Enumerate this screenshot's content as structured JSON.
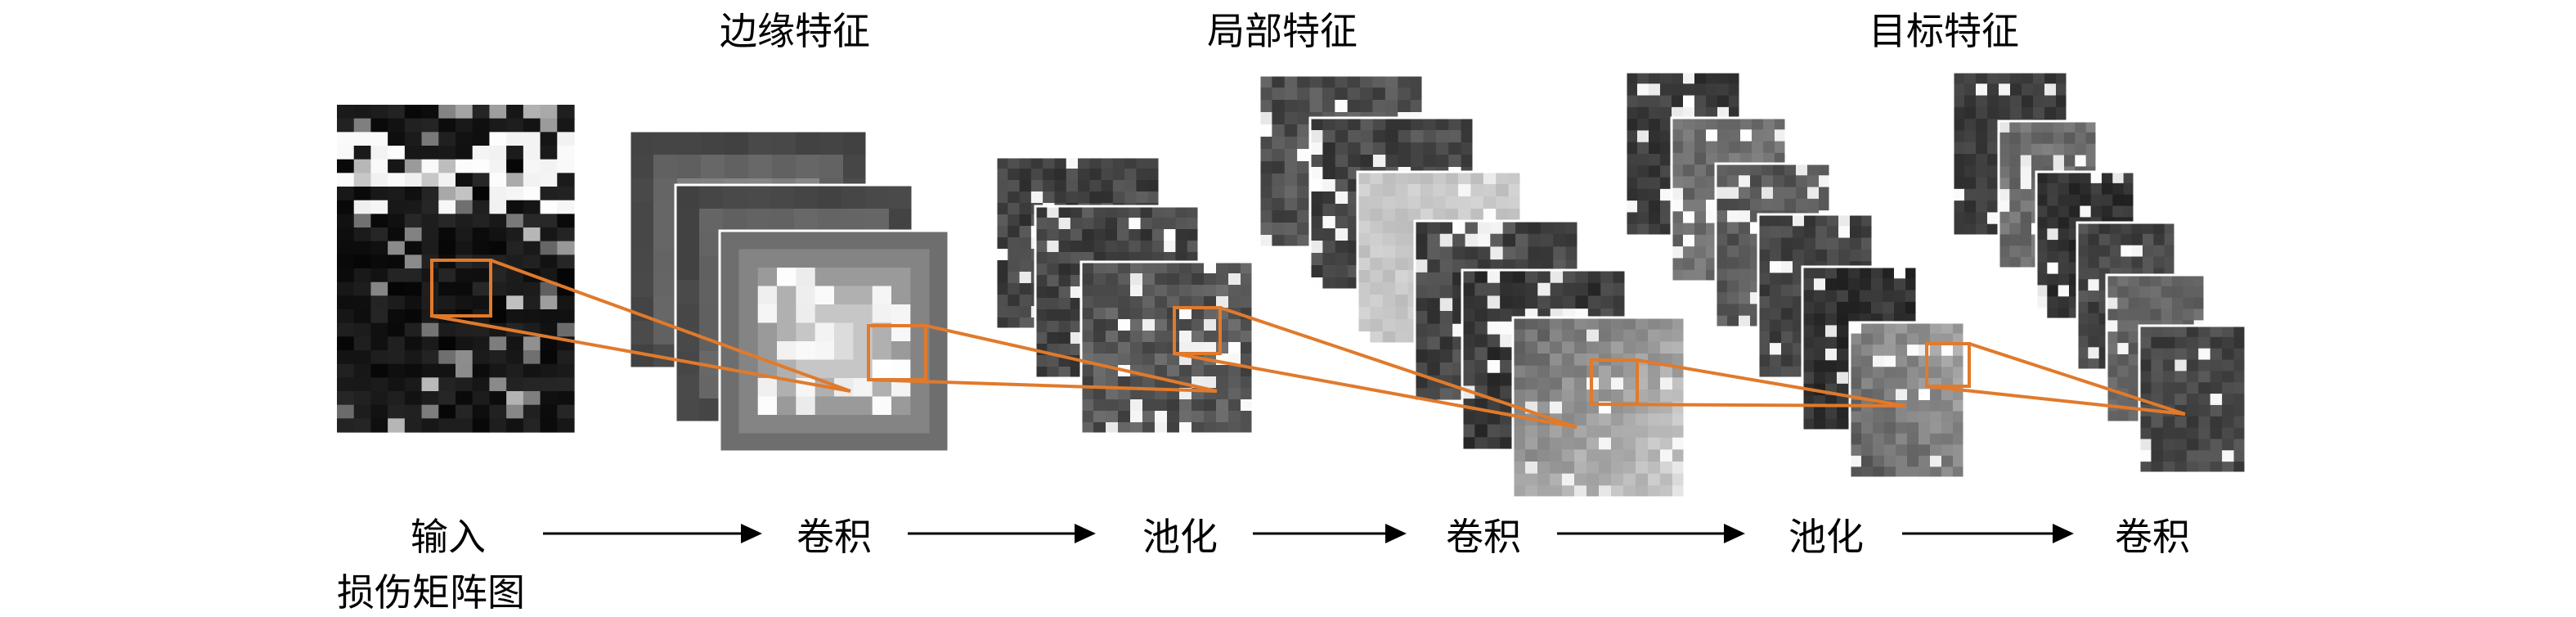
{
  "titles": {
    "edge": "边缘特征",
    "local": "局部特征",
    "target": "目标特征"
  },
  "steps": {
    "input_line1": "输入",
    "input_line2": "损伤矩阵图",
    "conv1": "卷积",
    "pool1": "池化",
    "conv2": "卷积",
    "pool2": "池化",
    "conv3": "卷积"
  },
  "colors": {
    "highlight": "#e07a2c",
    "arrow": "#000000"
  }
}
